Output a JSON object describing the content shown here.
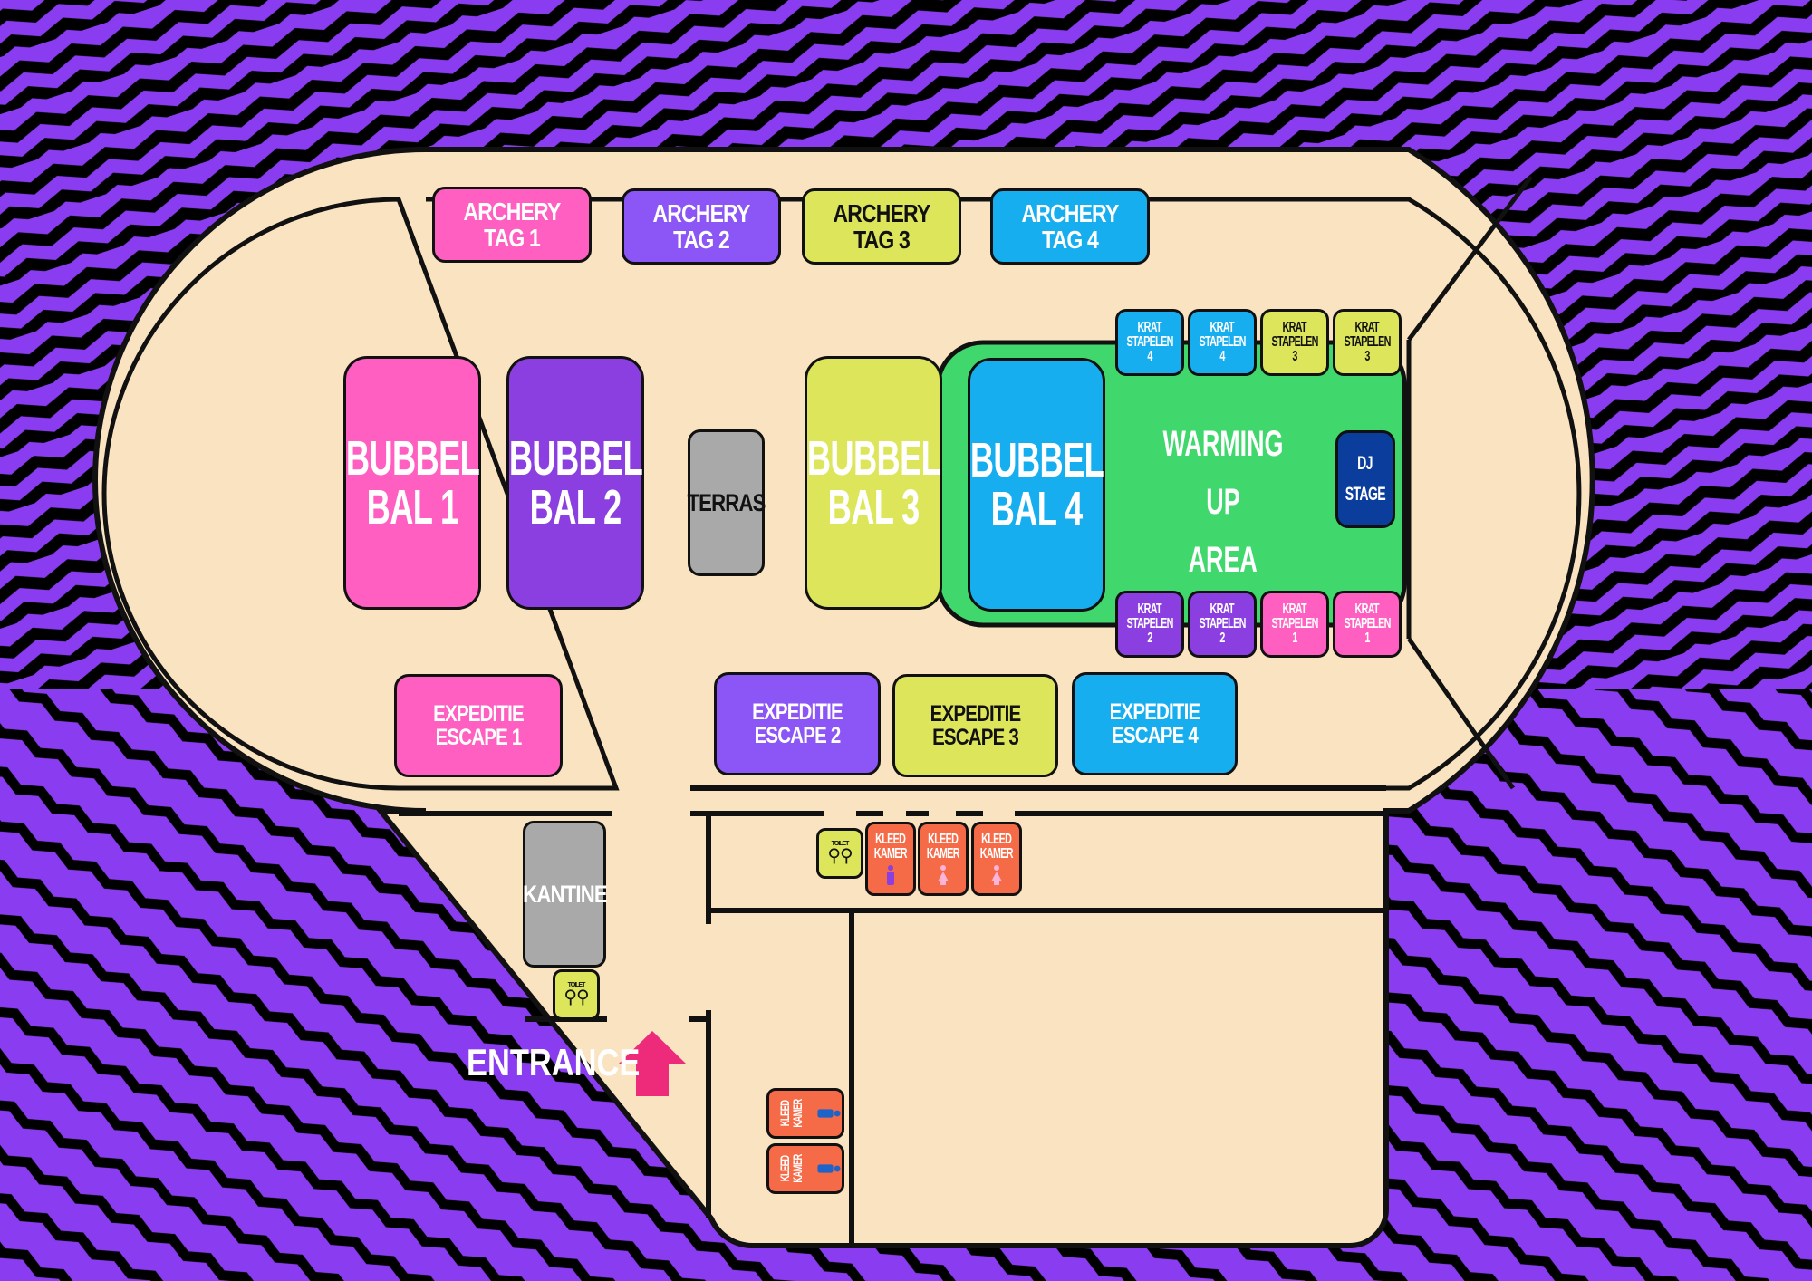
{
  "map": {
    "colors": {
      "background_purple": "#8a3cf0",
      "venue_fill": "#fae3c1",
      "warmup_green": "#40d86c",
      "entrance_arrow": "#ee2a7b"
    },
    "archery": [
      {
        "label": "ARCHERY TAG 1",
        "color": "pink"
      },
      {
        "label": "ARCHERY TAG 2",
        "color": "violet"
      },
      {
        "label": "ARCHERY TAG 3",
        "color": "yellow"
      },
      {
        "label": "ARCHERY TAG 4",
        "color": "blue"
      }
    ],
    "bubbel": [
      {
        "line1": "BUBBEL",
        "line2": "BAL 1"
      },
      {
        "line1": "BUBBEL",
        "line2": "BAL 2"
      },
      {
        "line1": "BUBBEL",
        "line2": "BAL 3"
      },
      {
        "line1": "BUBBEL",
        "line2": "BAL 4"
      }
    ],
    "terras": "TERRAS",
    "warmup": {
      "line1": "WARMING UP",
      "line2": "AREA"
    },
    "dj_stage": {
      "line1": "DJ",
      "line2": "STAGE"
    },
    "krat_top": [
      {
        "line1": "KRAT",
        "line2": "STAPELEN",
        "line3": "4"
      },
      {
        "line1": "KRAT",
        "line2": "STAPELEN",
        "line3": "4"
      },
      {
        "line1": "KRAT",
        "line2": "STAPELEN",
        "line3": "3"
      },
      {
        "line1": "KRAT",
        "line2": "STAPELEN",
        "line3": "3"
      }
    ],
    "krat_bottom": [
      {
        "line1": "KRAT",
        "line2": "STAPELEN",
        "line3": "2"
      },
      {
        "line1": "KRAT",
        "line2": "STAPELEN",
        "line3": "2"
      },
      {
        "line1": "KRAT",
        "line2": "STAPELEN",
        "line3": "1"
      },
      {
        "line1": "KRAT",
        "line2": "STAPELEN",
        "line3": "1"
      }
    ],
    "escape": [
      "EXPEDITIE ESCAPE 1",
      "EXPEDITIE ESCAPE 2",
      "EXPEDITIE ESCAPE 3",
      "EXPEDITIE ESCAPE 4"
    ],
    "kantine": "KANTINE",
    "toilet": "TOILET",
    "kleedkamer": {
      "line1": "KLEED",
      "line2": "KAMER"
    },
    "entrance": "ENTRANCE"
  }
}
